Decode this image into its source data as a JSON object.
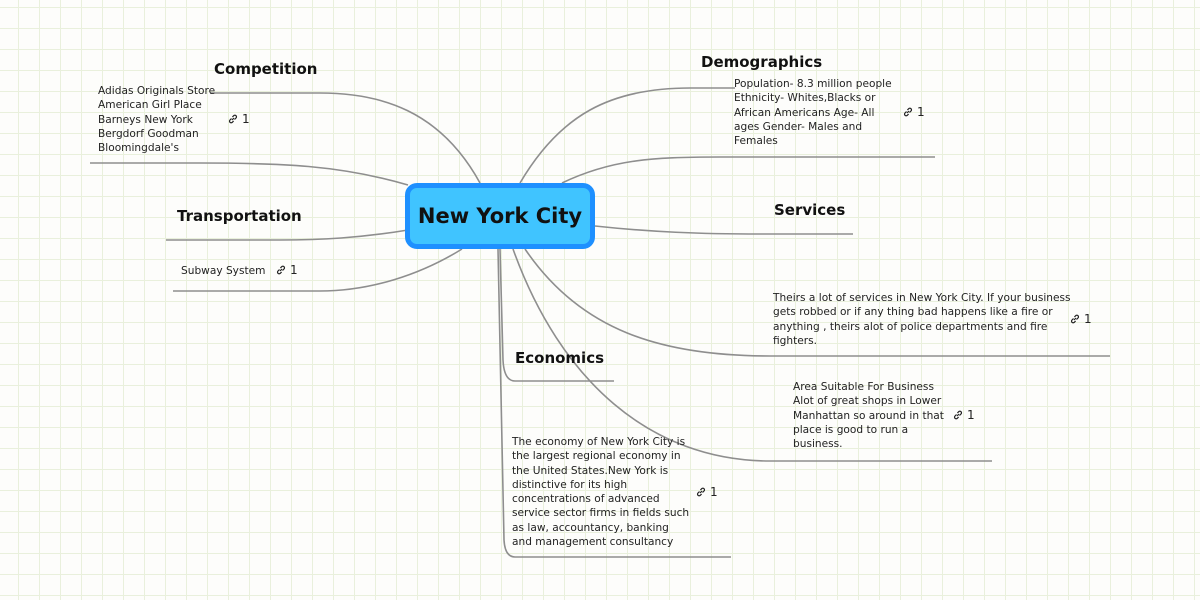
{
  "central": {
    "label": "New York City",
    "fill": "#40c4ff",
    "border": "#1e90ff"
  },
  "topics": {
    "competition": {
      "label": "Competition",
      "items": [
        "Adidas Originals Store",
        "American Girl Place",
        "Barneys New York",
        "Bergdorf Goodman",
        "Bloomingdale's"
      ],
      "link_count": "1"
    },
    "transportation": {
      "label": "Transportation",
      "note": "Subway System",
      "link_count": "1"
    },
    "demographics": {
      "label": "Demographics",
      "note_lines": [
        "Population- 8.3 million people",
        "Ethnicity- Whites,Blacks or",
        "African Americans Age- All",
        "ages Gender- Males and",
        "Females"
      ],
      "link_count": "1"
    },
    "services": {
      "label": "Services",
      "note_lines": [
        "Theirs a lot of services in New York City. If your business",
        "gets robbed or if any thing bad happens like a fire or",
        "anything , theirs alot of police departments and fire",
        "fighters."
      ],
      "link_count": "1"
    },
    "area": {
      "note_lines": [
        "Area Suitable For Business",
        "Alot of great shops in Lower",
        "Manhattan so around in that",
        "place is good to run a",
        "business."
      ],
      "link_count": "1"
    },
    "economics": {
      "label": "Economics",
      "note_lines": [
        "The economy of New York City is",
        "the largest regional economy in",
        "the United States.New York is",
        "distinctive for its high",
        "concentrations of advanced",
        "service sector firms in fields such",
        "as law, accountancy, banking",
        "and management consultancy"
      ],
      "link_count": "1"
    }
  },
  "icons": {
    "link": "link-chain-icon"
  },
  "colors": {
    "connector": "#8e8e8e",
    "grid": "#e9f0dc"
  }
}
